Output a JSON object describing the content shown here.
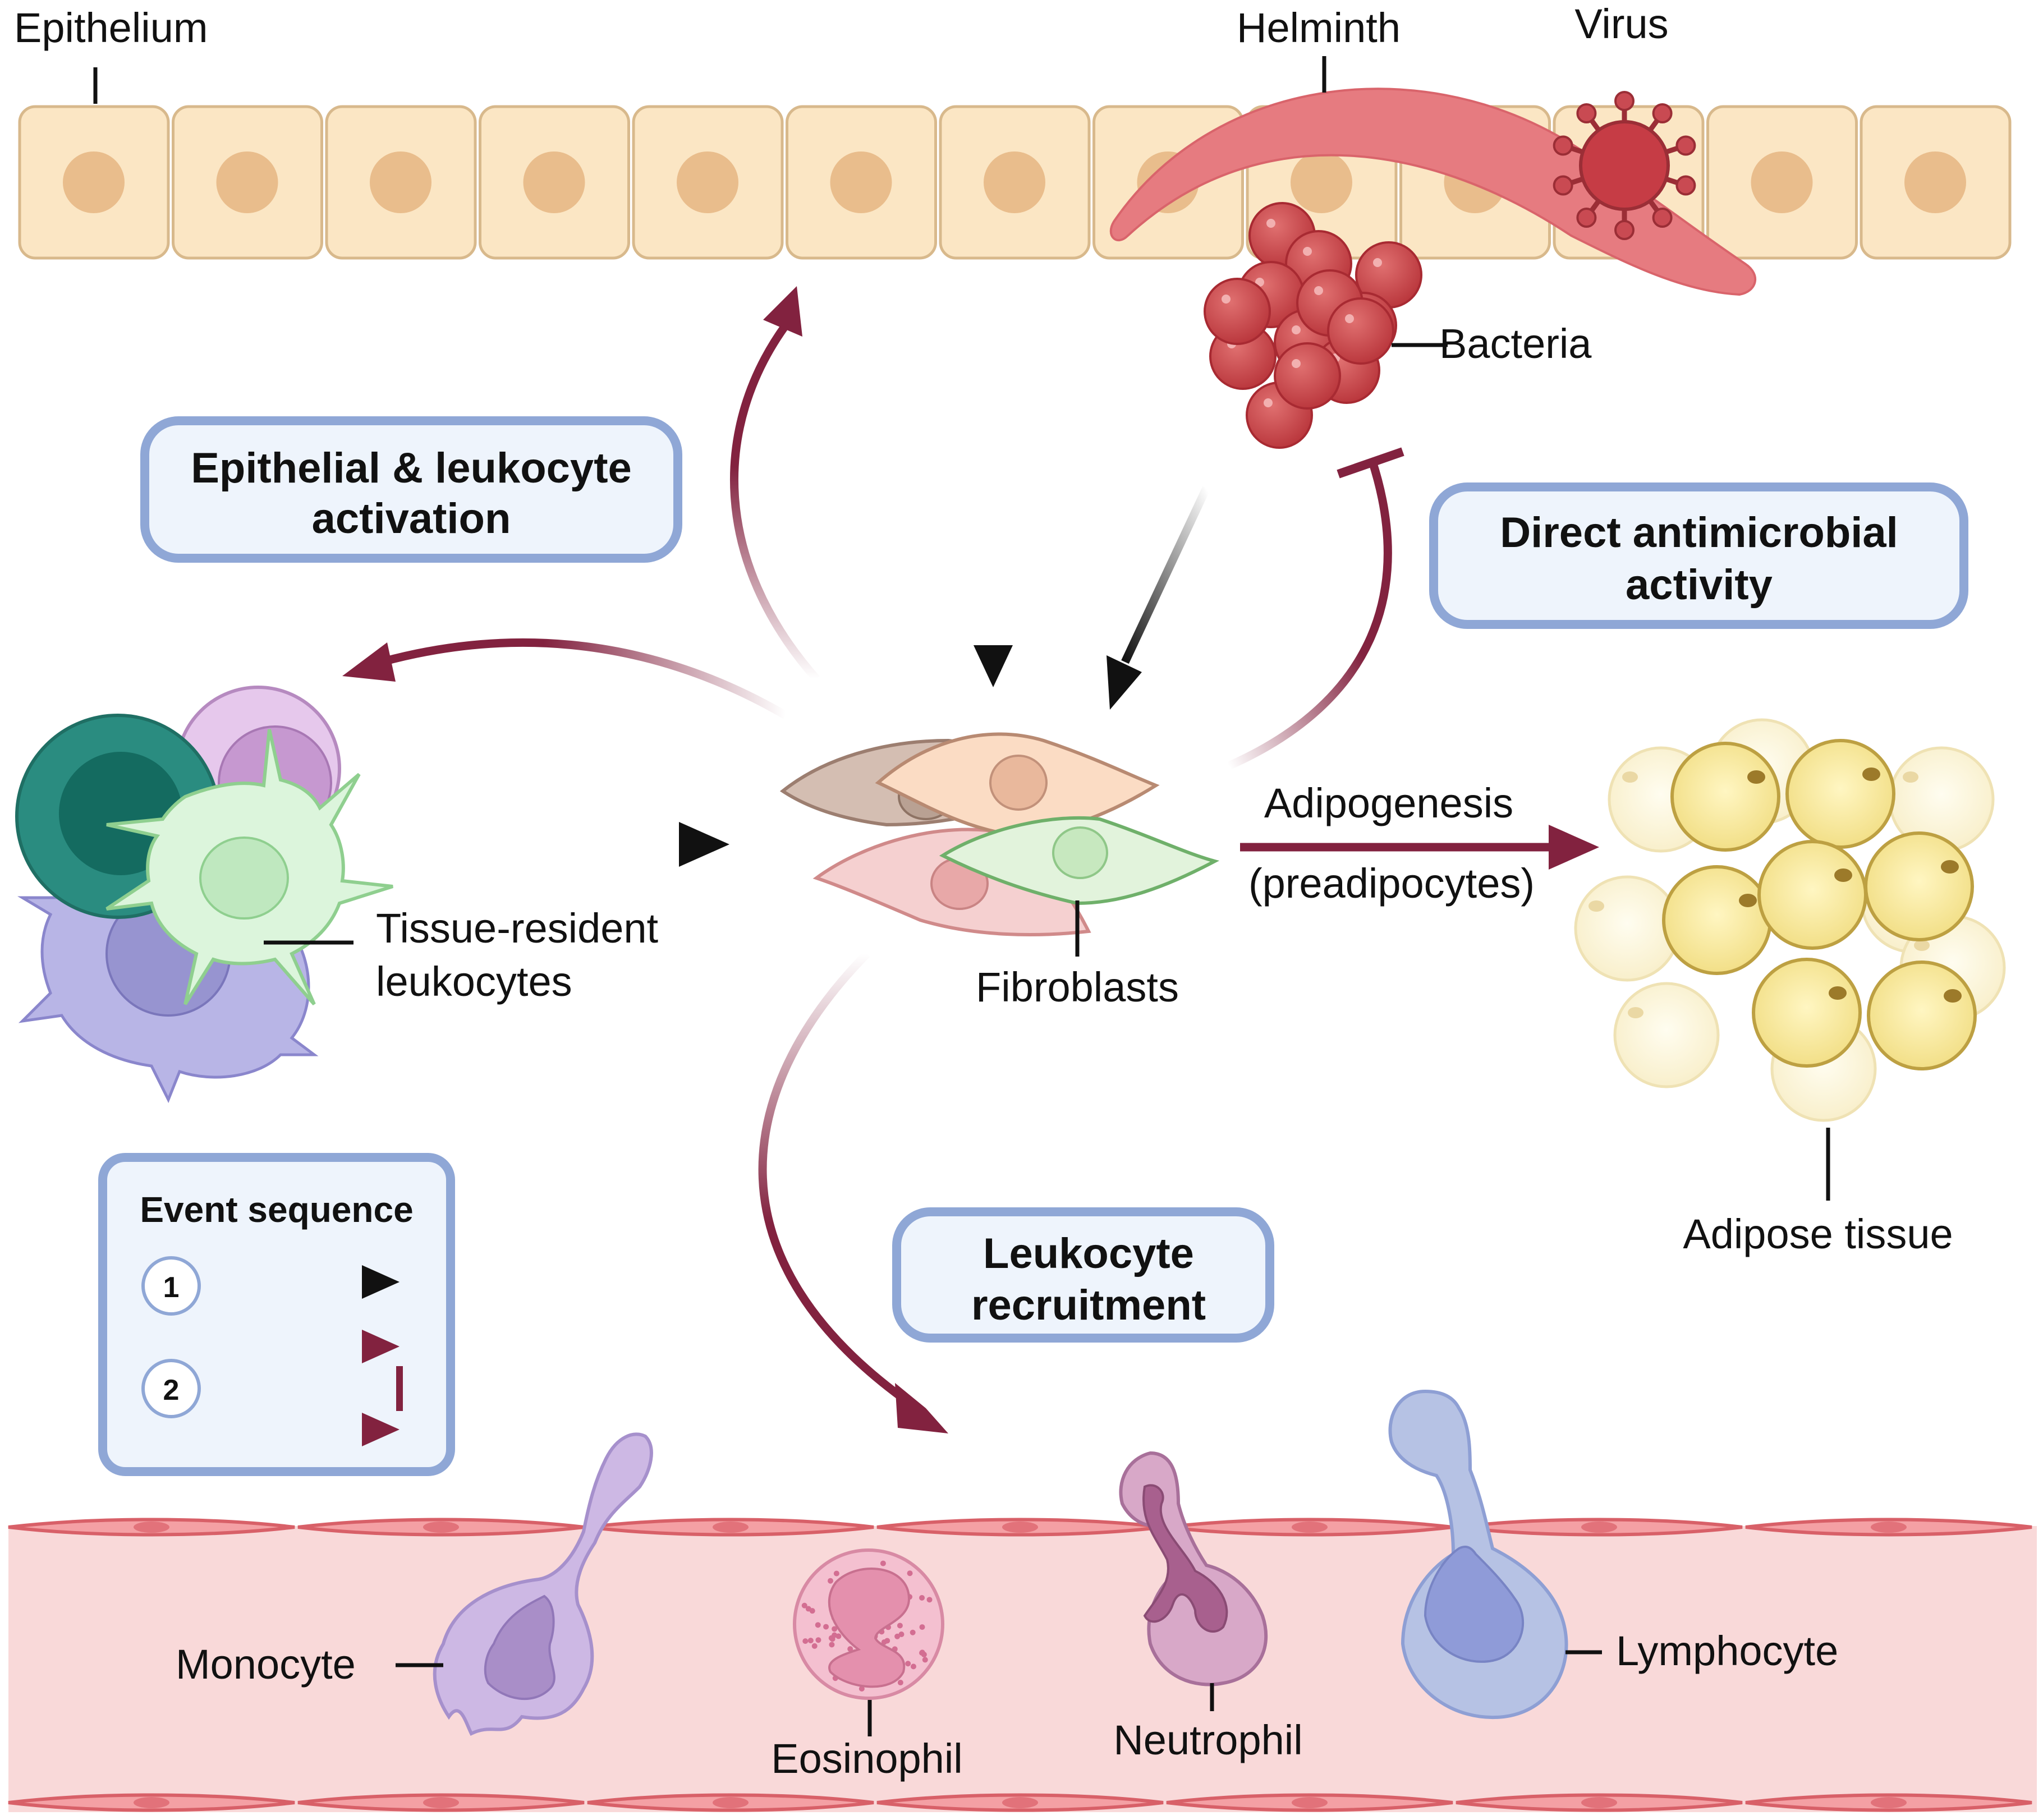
{
  "labels": {
    "epithelium": "Epithelium",
    "helminth": "Helminth",
    "virus": "Virus",
    "bacteria": "Bacteria",
    "tissue_resident_1": "Tissue-resident",
    "tissue_resident_2": "leukocytes",
    "fibroblasts": "Fibroblasts",
    "adipogenesis": "Adipogenesis",
    "preadipocytes": "(preadipocytes)",
    "adipose_tissue": "Adipose tissue",
    "monocyte": "Monocyte",
    "eosinophil": "Eosinophil",
    "neutrophil": "Neutrophil",
    "lymphocyte": "Lymphocyte"
  },
  "boxes": {
    "activation_line1": "Epithelial & leukocyte",
    "activation_line2": "activation",
    "antimicrobial_line1": "Direct antimicrobial",
    "antimicrobial_line2": "activity",
    "recruitment_line1": "Leukocyte",
    "recruitment_line2": "recruitment"
  },
  "legend": {
    "title": "Event sequence",
    "step1": "1",
    "step2": "2"
  },
  "colors": {
    "maroon": "#82223f",
    "black": "#111111",
    "box_border": "#8fa7d6",
    "box_fill": "#eef4fc",
    "epithelial_cell": "#fbe6c4",
    "epithelial_nucleus": "#e9bd8c",
    "vessel": "#f9d9d9"
  }
}
